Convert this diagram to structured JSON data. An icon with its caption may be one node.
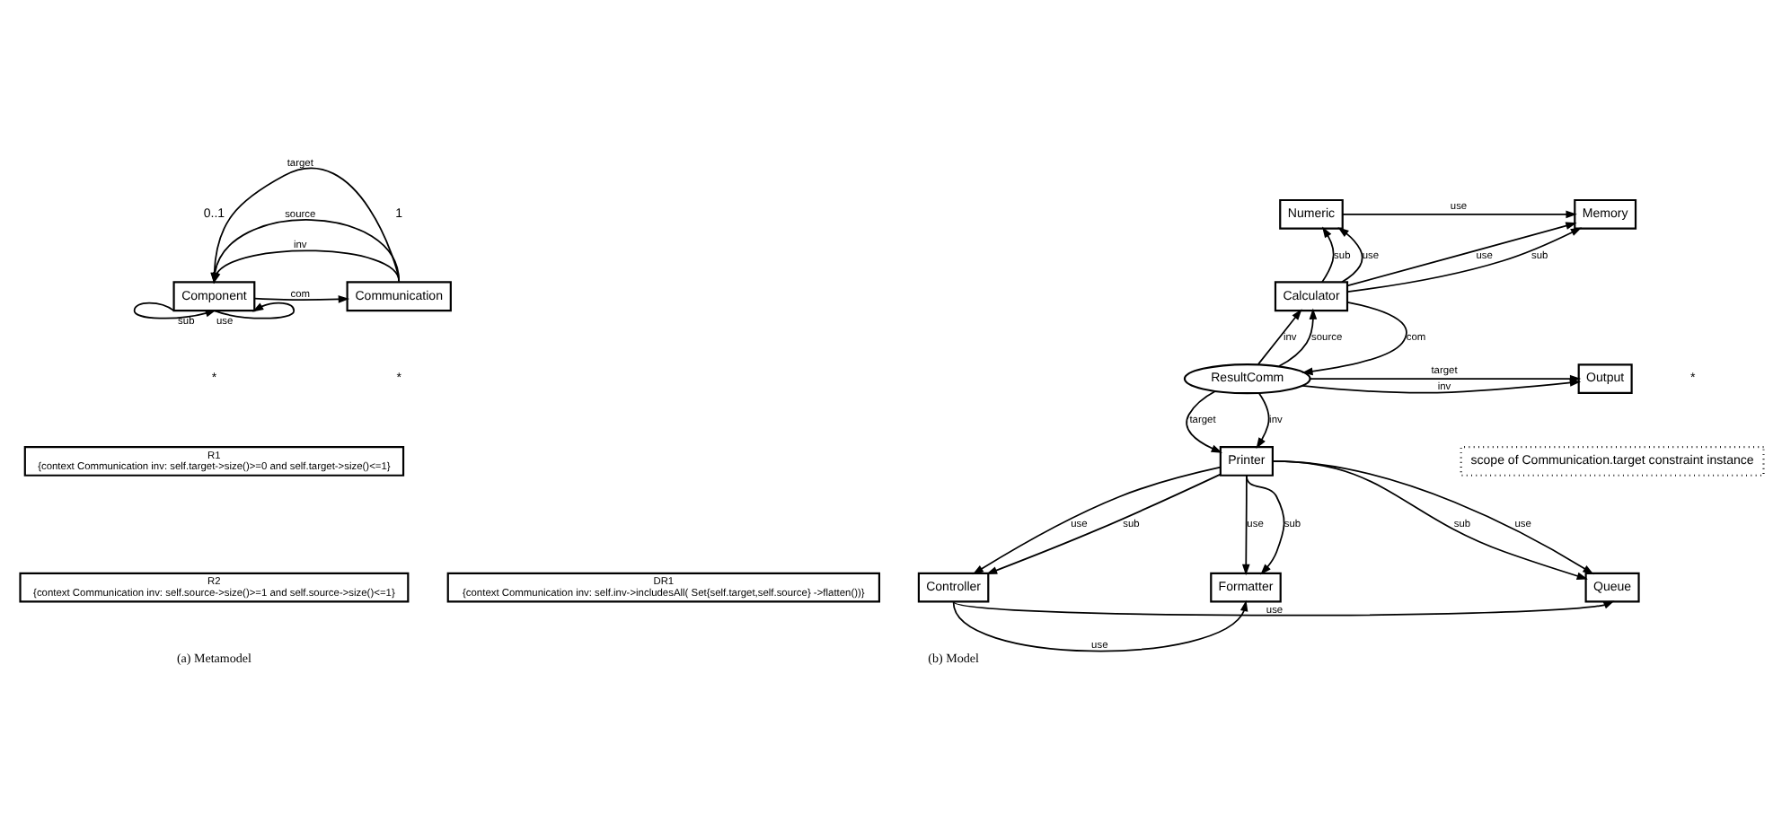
{
  "diagram": {
    "nodes": [
      {
        "text": [
          "Component"
        ]
      },
      {
        "text": [
          "Communication"
        ]
      },
      {
        "text": [
          "R1",
          "{context Communication inv: self.target->size()>=0 and self.target->size()<=1}"
        ]
      },
      {
        "text": [
          "R2",
          "{context Communication inv: self.source->size()>=1 and self.source->size()<=1}"
        ]
      },
      {
        "text": [
          "DR1",
          "{context Communication inv: self.inv->includesAll( Set{self.target,self.source} ->flatten())}"
        ]
      },
      {
        "text": [
          "Numeric"
        ]
      },
      {
        "text": [
          "Memory"
        ]
      },
      {
        "text": [
          "Calculator"
        ]
      },
      {
        "text": [
          "ResultComm"
        ]
      },
      {
        "text": [
          "Output"
        ]
      },
      {
        "text": [
          "scope of Communication.target constraint instance"
        ]
      },
      {
        "text": [
          "Printer"
        ]
      },
      {
        "text": [
          "Controller"
        ]
      },
      {
        "text": [
          "Formatter"
        ]
      },
      {
        "text": [
          "Queue"
        ]
      }
    ],
    "edges": [
      {
        "from": 1,
        "to": 0,
        "arrow": "to",
        "label": "target"
      },
      {
        "from": 1,
        "to": 0,
        "arrow": "to",
        "label": "source"
      },
      {
        "from": 1,
        "to": 0,
        "arrow": "to",
        "label": "inv"
      },
      {
        "from": 0,
        "to": 1,
        "arrow": "to",
        "label": "com"
      },
      {
        "from": 0,
        "to": 0,
        "arrow": "to",
        "label": "sub"
      },
      {
        "from": 0,
        "to": 0,
        "arrow": "to",
        "label": "use"
      },
      {
        "from": 5,
        "to": 6,
        "arrow": "to",
        "label": "use"
      },
      {
        "from": 7,
        "to": 5,
        "arrow": "to",
        "label": "sub"
      },
      {
        "from": 7,
        "to": 5,
        "arrow": "to",
        "label": "use"
      },
      {
        "from": 7,
        "to": 6,
        "arrow": "to",
        "label": "use"
      },
      {
        "from": 7,
        "to": 6,
        "arrow": "to",
        "label": "sub"
      },
      {
        "from": 7,
        "to": 8,
        "arrow": "to",
        "label": "com"
      },
      {
        "from": 8,
        "to": 7,
        "arrow": "to",
        "label": "inv"
      },
      {
        "from": 8,
        "to": 7,
        "arrow": "to",
        "label": "source"
      },
      {
        "from": 8,
        "to": 9,
        "arrow": "to",
        "label": "target"
      },
      {
        "from": 8,
        "to": 9,
        "arrow": "to",
        "label": "inv"
      },
      {
        "from": 8,
        "to": 11,
        "arrow": "to",
        "label": "inv"
      },
      {
        "from": 8,
        "to": 11,
        "arrow": "to",
        "label": "target"
      },
      {
        "from": 11,
        "to": 12,
        "arrow": "to",
        "label": "use"
      },
      {
        "from": 11,
        "to": 12,
        "arrow": "to",
        "label": "sub"
      },
      {
        "from": 11,
        "to": 13,
        "arrow": "to",
        "label": "use"
      },
      {
        "from": 11,
        "to": 13,
        "arrow": "to",
        "label": "sub"
      },
      {
        "from": 11,
        "to": 14,
        "arrow": "to",
        "label": "sub"
      },
      {
        "from": 11,
        "to": 14,
        "arrow": "to",
        "label": "use"
      },
      {
        "from": 12,
        "to": 13,
        "arrow": "to",
        "label": "use"
      },
      {
        "from": 12,
        "to": 14,
        "arrow": "to",
        "label": "use"
      }
    ],
    "labels": [
      "0..1",
      "1",
      "*",
      "*",
      "*",
      "(a) Metamodel",
      "(b) Model"
    ]
  }
}
